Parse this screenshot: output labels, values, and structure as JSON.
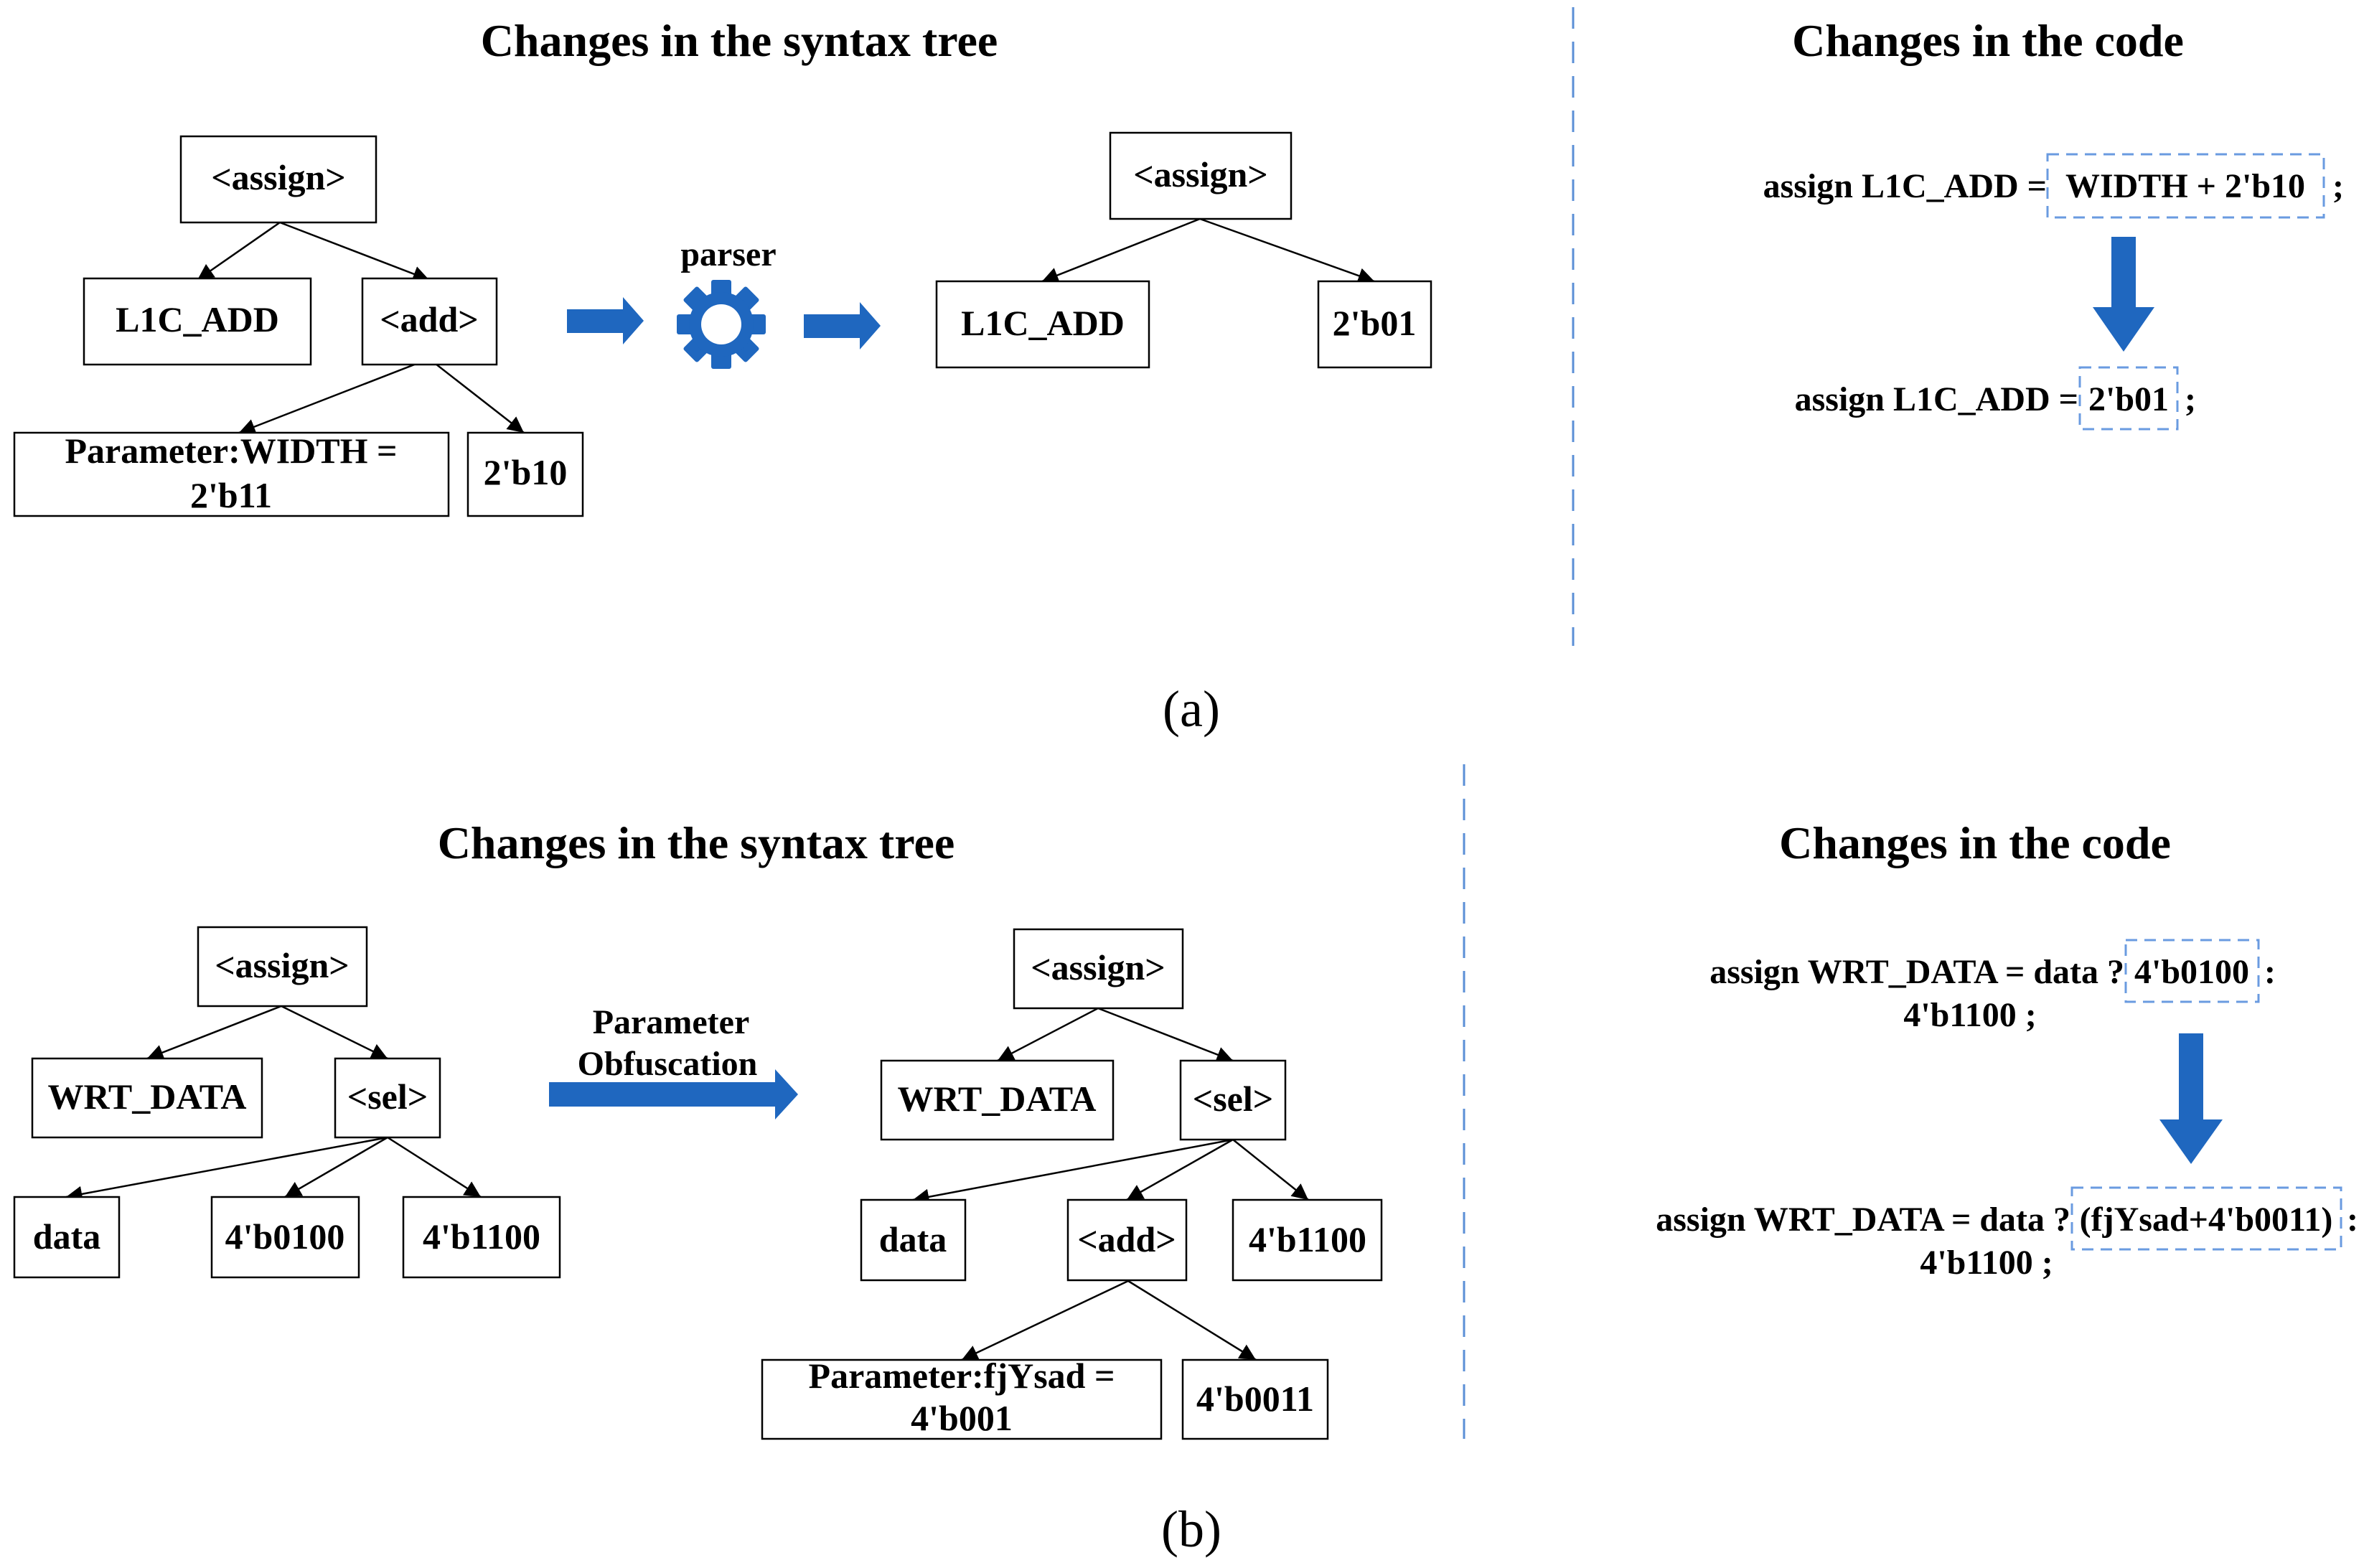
{
  "colors": {
    "arrow": "#1f67bf",
    "divider": "#5b8fd6",
    "highlight": "#6a9be0"
  },
  "panel_a": {
    "label": "(a)",
    "tree_title": "Changes in the syntax tree",
    "code_title": "Changes in the code",
    "before": {
      "assign": "<assign>",
      "l1c_add": "L1C_ADD",
      "add": "<add>",
      "param_line1": "Parameter:WIDTH =",
      "param_line2": "2'b11",
      "lit": "2'b10"
    },
    "transform_label": "parser",
    "after": {
      "assign": "<assign>",
      "l1c_add": "L1C_ADD",
      "lit": "2'b01"
    },
    "code_before_prefix": "assign L1C_ADD =",
    "code_before_hl": "WIDTH + 2'b10",
    "code_before_suffix": ";",
    "code_after_prefix": "assign L1C_ADD =",
    "code_after_hl": "2'b01",
    "code_after_suffix": ";"
  },
  "panel_b": {
    "label": "(b)",
    "tree_title": "Changes in the syntax tree",
    "code_title": "Changes in the code",
    "before": {
      "assign": "<assign>",
      "wrt_data": "WRT_DATA",
      "sel": "<sel>",
      "data": "data",
      "lit1": "4'b0100",
      "lit2": "4'b1100"
    },
    "transform_label_line1": "Parameter",
    "transform_label_line2": "Obfuscation",
    "after": {
      "assign": "<assign>",
      "wrt_data": "WRT_DATA",
      "sel": "<sel>",
      "data": "data",
      "add": "<add>",
      "lit2": "4'b1100",
      "param_line1": "Parameter:fjYsad =",
      "param_line2": "4'b001",
      "lit3": "4'b0011"
    },
    "code_before_prefix": "assign WRT_DATA = data ?",
    "code_before_hl": "4'b0100",
    "code_before_suffix": ":",
    "code_before_line2": "4'b1100 ;",
    "code_after_prefix": "assign WRT_DATA = data ?",
    "code_after_hl": "(fjYsad+4'b0011)",
    "code_after_suffix": ":",
    "code_after_line2": "4'b1100 ;"
  }
}
